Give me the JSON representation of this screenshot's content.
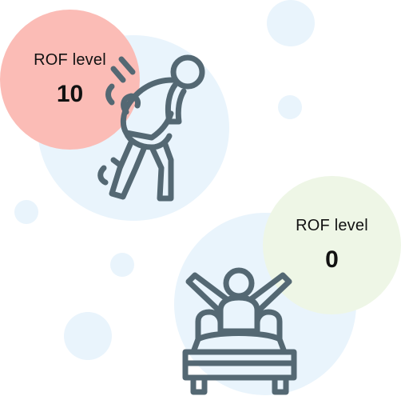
{
  "high_state": {
    "label": "ROF level",
    "value": "10",
    "badge_color": "#fbbcb6",
    "icon": "back-pain-person-icon"
  },
  "low_state": {
    "label": "ROF level",
    "value": "0",
    "badge_color": "#eef6e6",
    "icon": "person-stretching-in-bed-icon"
  },
  "colors": {
    "bubble": "#e9f4fc",
    "icon_stroke": "#546873"
  }
}
